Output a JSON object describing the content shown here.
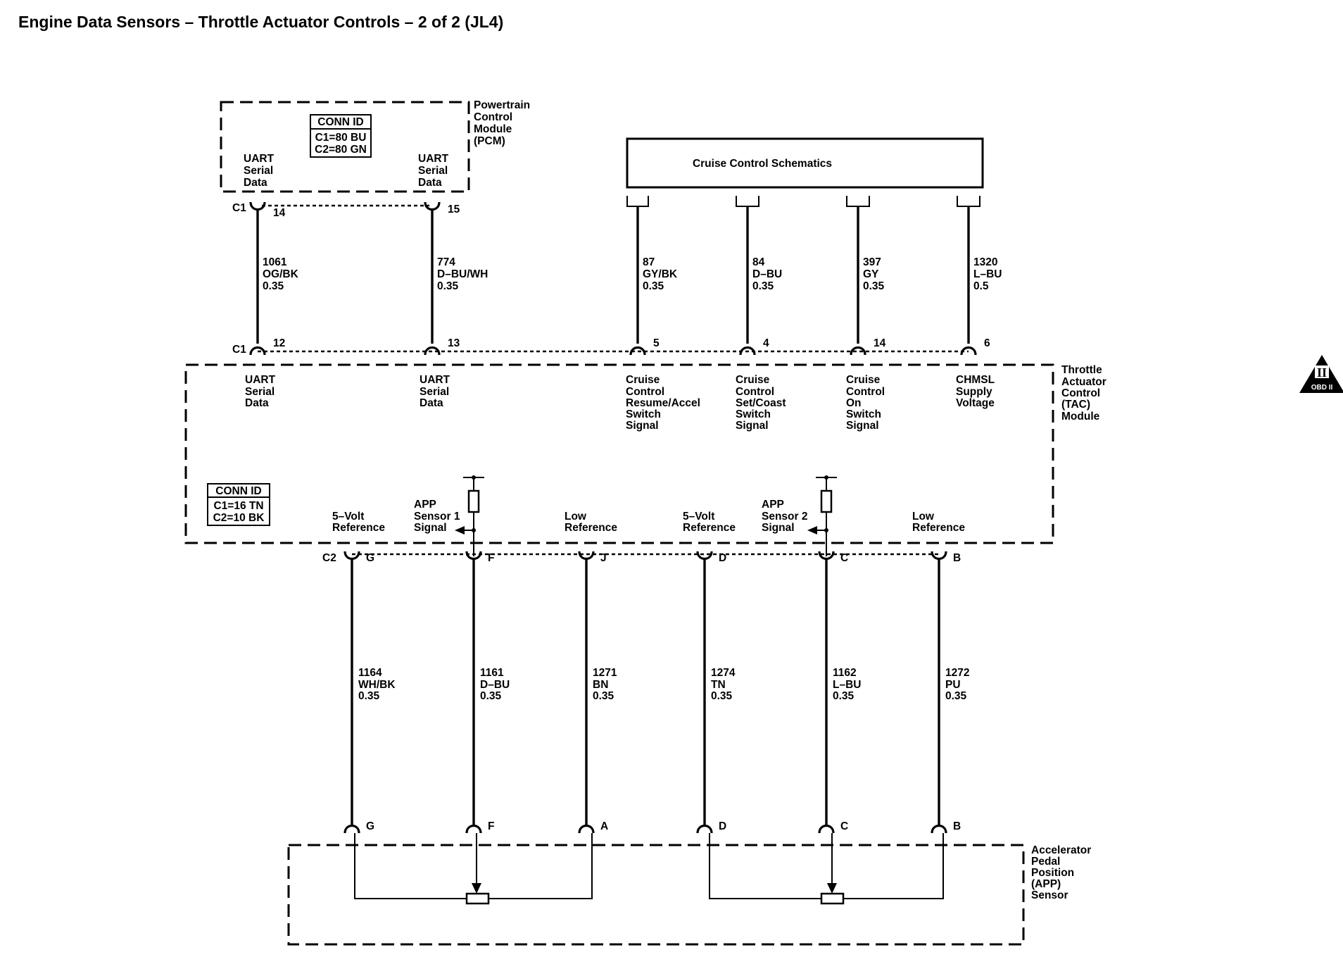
{
  "title": "Engine Data Sensors – Throttle Actuator Controls – 2 of 2 (JL4)",
  "pcm": {
    "name_lines": [
      "Powertrain",
      "Control",
      "Module",
      "(PCM)"
    ],
    "conn_id_title": "CONN ID",
    "conn_id_lines": [
      "C1=80 BU",
      "C2=80 GN"
    ],
    "connector": "C1",
    "pins": [
      {
        "pin": "14",
        "label": [
          "UART",
          "Serial",
          "Data"
        ]
      },
      {
        "pin": "15",
        "label": [
          "UART",
          "Serial",
          "Data"
        ]
      }
    ]
  },
  "cruise": {
    "label": "Cruise Control Schematics"
  },
  "upper_wires": [
    {
      "circuit": "1061",
      "color": "OG/BK",
      "gauge": "0.35"
    },
    {
      "circuit": "774",
      "color": "D–BU/WH",
      "gauge": "0.35"
    },
    {
      "circuit": "87",
      "color": "GY/BK",
      "gauge": "0.35"
    },
    {
      "circuit": "84",
      "color": "D–BU",
      "gauge": "0.35"
    },
    {
      "circuit": "397",
      "color": "GY",
      "gauge": "0.35"
    },
    {
      "circuit": "1320",
      "color": "L–BU",
      "gauge": "0.5"
    }
  ],
  "tac": {
    "name_lines": [
      "Throttle",
      "Actuator",
      "Control",
      "(TAC)",
      "Module"
    ],
    "conn_id_title": "CONN ID",
    "conn_id_lines": [
      "C1=16 TN",
      "C2=10 BK"
    ],
    "c1_connector": "C1",
    "c1_pins": [
      {
        "pin": "12",
        "label": [
          "UART",
          "Serial",
          "Data"
        ]
      },
      {
        "pin": "13",
        "label": [
          "UART",
          "Serial",
          "Data"
        ]
      },
      {
        "pin": "5",
        "label": [
          "Cruise",
          "Control",
          "Resume/Accel",
          "Switch",
          "Signal"
        ]
      },
      {
        "pin": "4",
        "label": [
          "Cruise",
          "Control",
          "Set/Coast",
          "Switch",
          "Signal"
        ]
      },
      {
        "pin": "14",
        "label": [
          "Cruise",
          "Control",
          "On",
          "Switch",
          "Signal"
        ]
      },
      {
        "pin": "6",
        "label": [
          "CHMSL",
          "Supply",
          "Voltage"
        ]
      }
    ],
    "c2_connector": "C2",
    "c2_pins": [
      {
        "pin": "G",
        "label": [
          "5–Volt",
          "Reference"
        ]
      },
      {
        "pin": "F",
        "label": [
          "APP",
          "Sensor 1",
          "Signal"
        ]
      },
      {
        "pin": "J",
        "label": [
          "Low",
          "Reference"
        ]
      },
      {
        "pin": "D",
        "label": [
          "5–Volt",
          "Reference"
        ]
      },
      {
        "pin": "C",
        "label": [
          "APP",
          "Sensor 2",
          "Signal"
        ]
      },
      {
        "pin": "B",
        "label": [
          "Low",
          "Reference"
        ]
      }
    ]
  },
  "lower_wires": [
    {
      "circuit": "1164",
      "color": "WH/BK",
      "gauge": "0.35"
    },
    {
      "circuit": "1161",
      "color": "D–BU",
      "gauge": "0.35"
    },
    {
      "circuit": "1271",
      "color": "BN",
      "gauge": "0.35"
    },
    {
      "circuit": "1274",
      "color": "TN",
      "gauge": "0.35"
    },
    {
      "circuit": "1162",
      "color": "L–BU",
      "gauge": "0.35"
    },
    {
      "circuit": "1272",
      "color": "PU",
      "gauge": "0.35"
    }
  ],
  "app_sensor": {
    "name_lines": [
      "Accelerator",
      "Pedal",
      "Position",
      "(APP)",
      "Sensor"
    ],
    "pins": [
      "G",
      "F",
      "A",
      "D",
      "C",
      "B"
    ]
  },
  "badge": {
    "top": "II",
    "bottom": "OBD II",
    "icon": "obd-ii-warning-triangle"
  }
}
